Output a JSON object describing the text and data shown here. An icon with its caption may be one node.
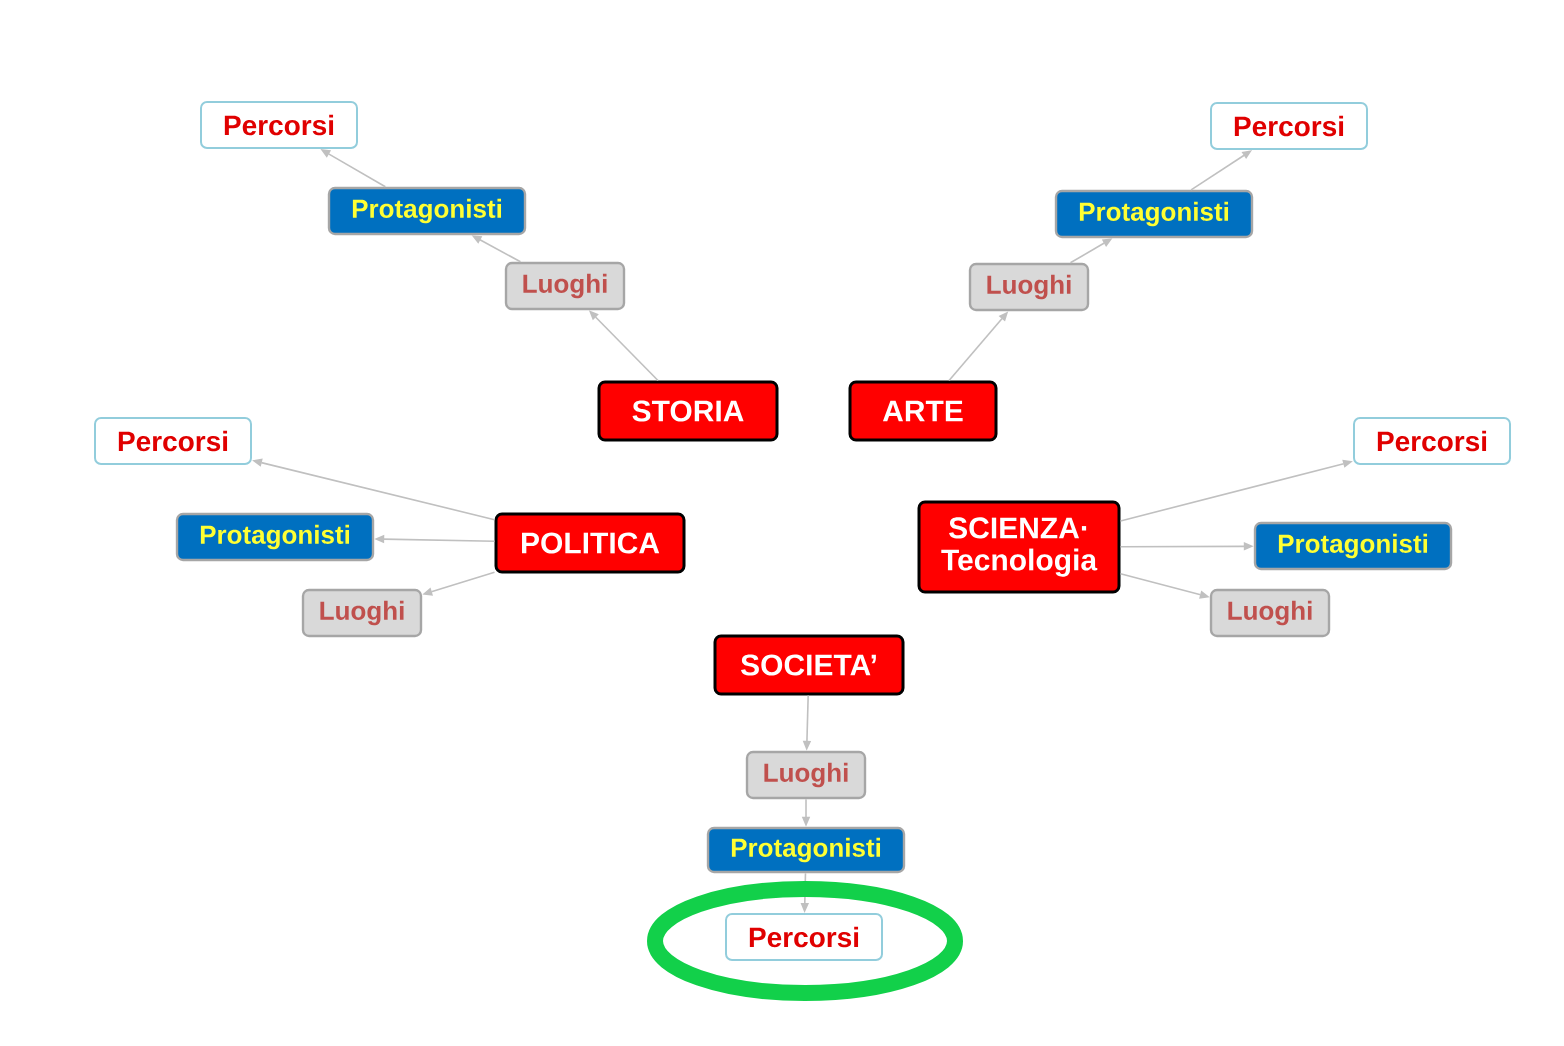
{
  "diagram": {
    "nodes": [
      {
        "text": [
          "STORIA"
        ]
      },
      {
        "text": [
          "Luoghi"
        ]
      },
      {
        "text": [
          "Protagonisti"
        ]
      },
      {
        "text": [
          "Percorsi"
        ]
      },
      {
        "text": [
          "ARTE"
        ]
      },
      {
        "text": [
          "Luoghi"
        ]
      },
      {
        "text": [
          "Protagonisti"
        ]
      },
      {
        "text": [
          "Percorsi"
        ]
      },
      {
        "text": [
          "POLITICA"
        ]
      },
      {
        "text": [
          "Percorsi"
        ]
      },
      {
        "text": [
          "Protagonisti"
        ]
      },
      {
        "text": [
          "Luoghi"
        ]
      },
      {
        "text": [
          "SCIENZA· Tecnologia"
        ]
      },
      {
        "text": [
          "Percorsi"
        ]
      },
      {
        "text": [
          "Protagonisti"
        ]
      },
      {
        "text": [
          "Luoghi"
        ]
      },
      {
        "text": [
          "SOCIETA’"
        ]
      },
      {
        "text": [
          "Luoghi"
        ]
      },
      {
        "text": [
          "Protagonisti"
        ]
      },
      {
        "text": [
          "Percorsi"
        ]
      }
    ],
    "edges": [
      {
        "from": 0,
        "to": 1,
        "arrow": "to"
      },
      {
        "from": 1,
        "to": 2,
        "arrow": "to"
      },
      {
        "from": 2,
        "to": 3,
        "arrow": "to"
      },
      {
        "from": 4,
        "to": 5,
        "arrow": "to"
      },
      {
        "from": 5,
        "to": 6,
        "arrow": "to"
      },
      {
        "from": 6,
        "to": 7,
        "arrow": "to"
      },
      {
        "from": 8,
        "to": 9,
        "arrow": "to"
      },
      {
        "from": 8,
        "to": 10,
        "arrow": "to"
      },
      {
        "from": 8,
        "to": 11,
        "arrow": "to"
      },
      {
        "from": 12,
        "to": 13,
        "arrow": "to"
      },
      {
        "from": 12,
        "to": 14,
        "arrow": "to"
      },
      {
        "from": 12,
        "to": 15,
        "arrow": "to"
      },
      {
        "from": 16,
        "to": 17,
        "arrow": "to"
      },
      {
        "from": 17,
        "to": 18,
        "arrow": "to"
      },
      {
        "from": 18,
        "to": 19,
        "arrow": "to"
      }
    ]
  }
}
